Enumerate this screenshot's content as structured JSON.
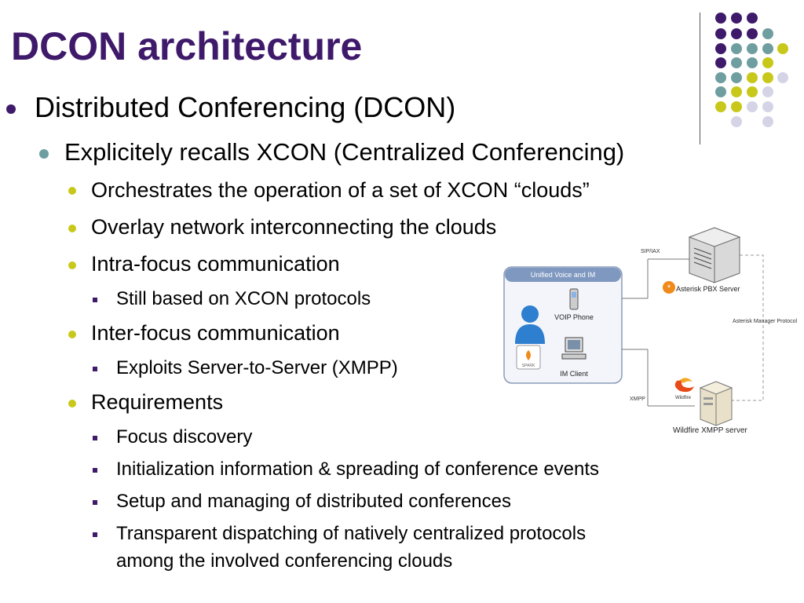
{
  "title": "DCON architecture",
  "bullets": {
    "l1_a": "Distributed Conferencing (DCON)",
    "l2_a": "Explicitely recalls XCON (Centralized Conferencing)",
    "l3_a": "Orchestrates the operation of a set of XCON “clouds”",
    "l3_b": "Overlay network interconnecting the clouds",
    "l3_c": "Intra-focus communication",
    "l4_a": "Still based on XCON protocols",
    "l3_d": "Inter-focus communication",
    "l4_b": "Exploits Server-to-Server (XMPP)",
    "l3_e": "Requirements",
    "l4_c": "Focus discovery",
    "l4_d": "Initialization information & spreading of conference events",
    "l4_e": "Setup and managing of distributed conferences",
    "l4_f_line1": "Transparent dispatching of natively centralized protocols",
    "l4_f_line2": "among the involved conferencing clouds"
  },
  "diagram": {
    "cloud_title": "Unified Voice and IM",
    "voip_phone": "VOIP Phone",
    "im_client": "IM Client",
    "sip_iax": "SIP/IAX",
    "asterisk_server": "Asterisk PBX Server",
    "asterisk_manager": "Asterisk Manager Protocol",
    "xmpp": "XMPP",
    "wildfire_logo": "Wildfire",
    "wildfire_server": "Wildfire XMPP server",
    "spark_logo": "SPARK"
  },
  "colors": {
    "title": "#3f1a6b",
    "purple": "#3f1a6b",
    "teal": "#6f9ea0",
    "olive": "#c8c81a",
    "lavender": "#d4d4e6"
  }
}
